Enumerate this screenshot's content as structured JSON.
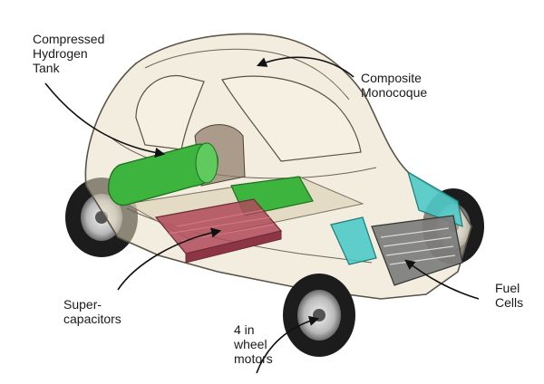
{
  "labels": {
    "hydrogen_tank": [
      "Compressed",
      "Hydrogen",
      "Tank"
    ],
    "monocoque": [
      "Composite",
      "Monocoque"
    ],
    "supercapacitors": [
      "Super-",
      "capacitors"
    ],
    "wheel_motors": [
      "4 in",
      "wheel",
      "motors"
    ],
    "fuel_cells": [
      "Fuel",
      "Cells"
    ]
  },
  "colors": {
    "hydrogen_tank": "#3db43d",
    "supercapacitors": "#b04a5a",
    "fuel_cell_housing": "#45c8c8",
    "body_shell": "#e8dfc4",
    "tire": "#1c1c1c",
    "label_text": "#1a1a1a"
  }
}
